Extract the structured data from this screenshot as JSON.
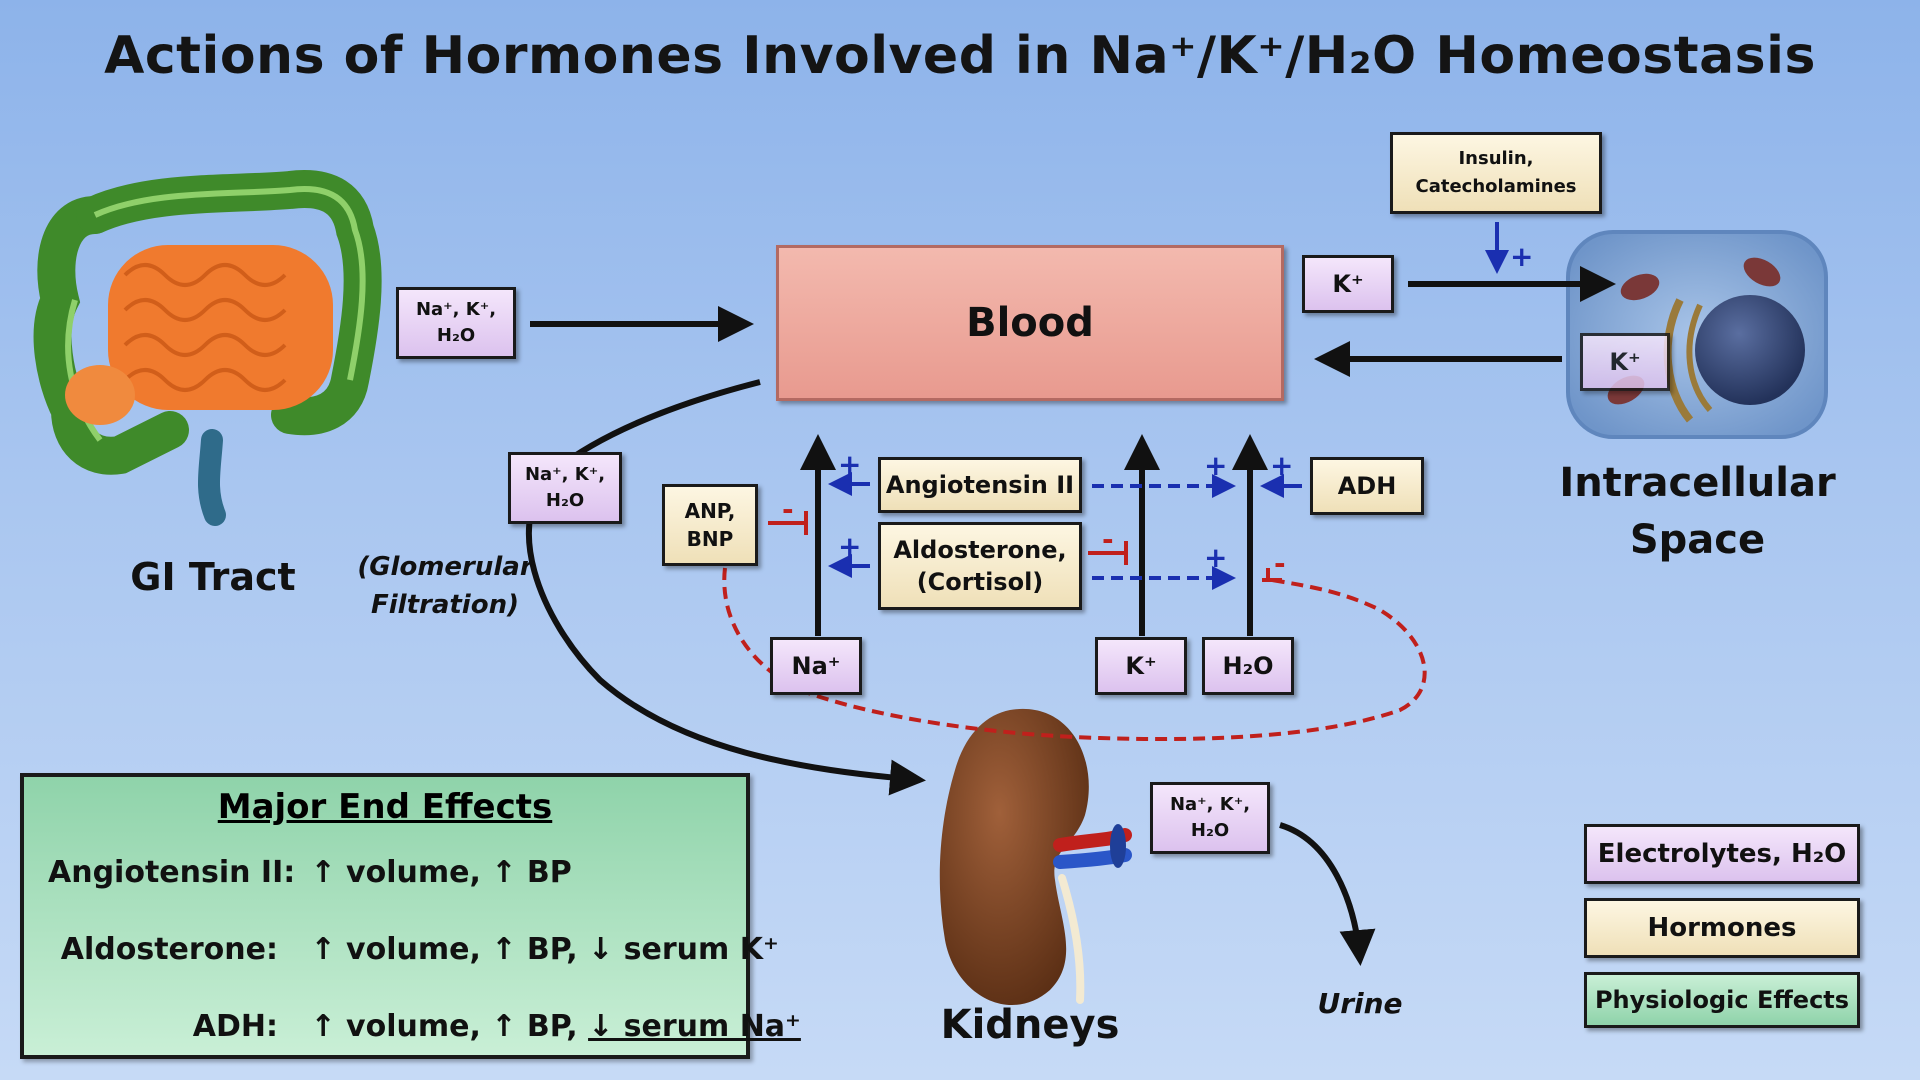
{
  "title": {
    "text": "Actions of Hormones Involved in Na⁺/K⁺/H₂O Homeostasis"
  },
  "organs": {
    "gi": "GI Tract",
    "intracellular_line1": "Intracellular",
    "intracellular_line2": "Space",
    "kidneys": "Kidneys"
  },
  "boxes": {
    "blood": "Blood",
    "gi_elec_line1": "Na⁺, K⁺,",
    "gi_elec_line2": "H₂O",
    "filt_elec_line1": "Na⁺, K⁺,",
    "filt_elec_line2": "H₂O",
    "urine_elec_line1": "Na⁺, K⁺,",
    "urine_elec_line2": "H₂O",
    "k_blood": "K⁺",
    "k_cell": "K⁺",
    "na_bottom": "Na⁺",
    "k_bottom": "K⁺",
    "h2o_bottom": "H₂O"
  },
  "hormones": {
    "insulin_line1": "Insulin,",
    "insulin_line2": "Catecholamines",
    "anp_line1": "ANP,",
    "anp_line2": "BNP",
    "angiotensin": "Angiotensin II",
    "aldosterone_line1": "Aldosterone,",
    "aldosterone_line2": "(Cortisol)",
    "adh": "ADH"
  },
  "annotations": {
    "glom_line1": "(Glomerular",
    "glom_line2": "Filtration)",
    "urine": "Urine",
    "plus": "+",
    "minus": "-"
  },
  "effects": {
    "title": "Major End Effects",
    "rows": [
      {
        "name": "Angiotensin II:",
        "effect": "↑ volume, ↑ BP",
        "underline": ""
      },
      {
        "name": "Aldosterone:",
        "effect": "↑ volume, ↑ BP, ↓ serum K⁺",
        "underline": ""
      },
      {
        "name": "ADH:",
        "effect": "↑ volume, ↑ BP, ",
        "underline": "↓ serum Na⁺"
      }
    ]
  },
  "legend": {
    "electrolytes": "Electrolytes, H₂O",
    "hormones": "Hormones",
    "physiologic": "Physiologic Effects"
  },
  "colors": {
    "electrolyte_box": "#e6d0f2",
    "hormone_box": "#f6ecc8",
    "physiologic_box": "#a8dfbd",
    "blood_box": "#ec a89d",
    "stimulate_arrow": "#1a2fb0",
    "inhibit_line": "#c0201c"
  }
}
